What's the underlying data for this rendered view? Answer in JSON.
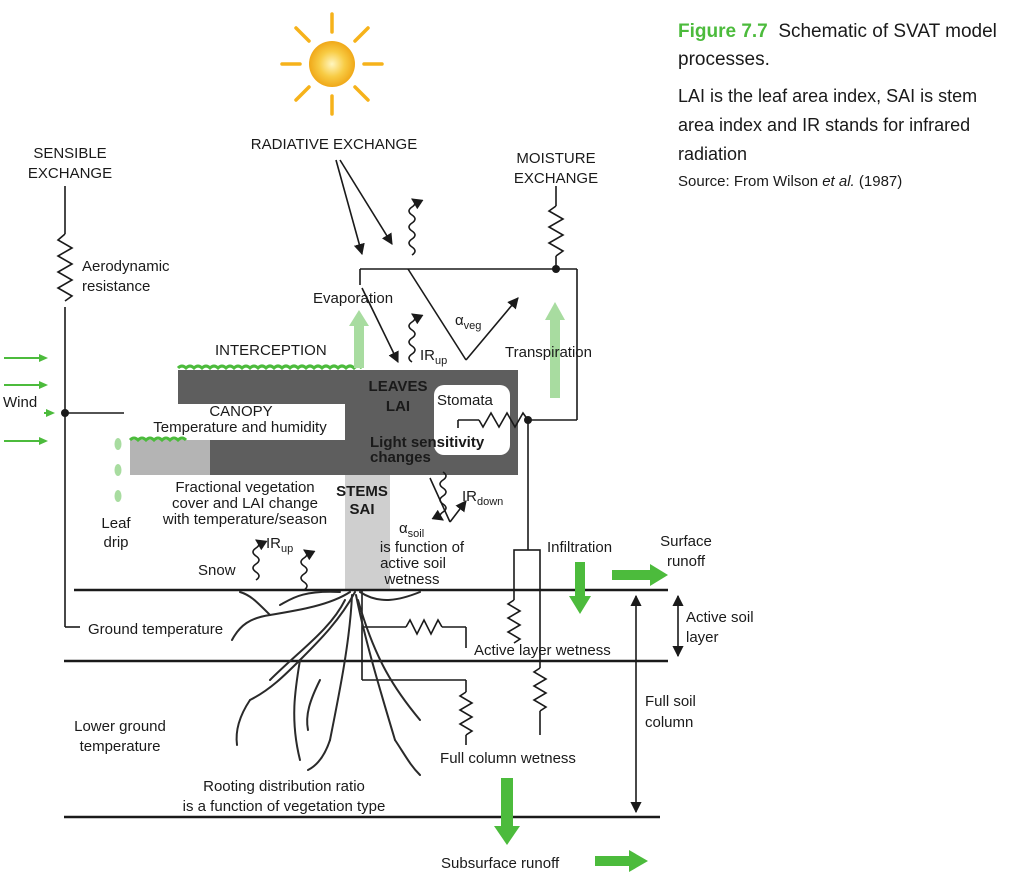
{
  "caption": {
    "figure_label": "Figure 7.7",
    "title": "Schematic of SVAT model processes.",
    "description": "LAI is the leaf area index, SAI is stem area index and IR stands for infrared radiation",
    "source_prefix": "Source: From Wilson ",
    "source_italic": "et al.",
    "source_suffix": " (1987)"
  },
  "labels": {
    "sensible_exchange_1": "SENSIBLE",
    "sensible_exchange_2": "EXCHANGE",
    "radiative_exchange": "RADIATIVE EXCHANGE",
    "moisture_exchange_1": "MOISTURE",
    "moisture_exchange_2": "EXCHANGE",
    "aerodynamic_1": "Aerodynamic",
    "aerodynamic_2": "resistance",
    "evaporation": "Evaporation",
    "alpha": "α",
    "veg_sub": "veg",
    "soil_sub": "soil",
    "ir": "IR",
    "up_sub": "up",
    "down_sub": "down",
    "transpiration": "Transpiration",
    "interception": "INTERCEPTION",
    "leaves": "LEAVES",
    "lai": "LAI",
    "stomata": "Stomata",
    "wind": "Wind",
    "canopy": "CANOPY",
    "temp_humidity": "Temperature and humidity",
    "light_1": "Light sensitivity",
    "light_2": "changes",
    "stems": "STEMS",
    "sai": "SAI",
    "fractional_1": "Fractional vegetation",
    "fractional_2": "cover and LAI change",
    "fractional_3": "with temperature/season",
    "leaf_drip_1": "Leaf",
    "leaf_drip_2": "drip",
    "soil_albedo_2": "is function of",
    "soil_albedo_3": "active soil",
    "soil_albedo_4": "wetness",
    "snow": "Snow",
    "infiltration": "Infiltration",
    "surface_runoff_1": "Surface",
    "surface_runoff_2": "runoff",
    "active_soil_layer_1": "Active soil",
    "active_soil_layer_2": "layer",
    "ground_temperature": "Ground temperature",
    "active_layer_wetness": "Active layer wetness",
    "full_soil_column_1": "Full soil",
    "full_soil_column_2": "column",
    "lower_ground_1": "Lower ground",
    "lower_ground_2": "temperature",
    "full_column_wetness": "Full column wetness",
    "rooting_1": "Rooting distribution ratio",
    "rooting_2": "is a function of vegetation type",
    "subsurface_runoff": "Subsurface runoff"
  },
  "colors": {
    "arrow_green": "#4cbb3c",
    "pale_green": "#a8dca0",
    "canopy_dark": "#5e5e5e",
    "canopy_light": "#b4b4b4",
    "stem_gray": "#cfcfcf",
    "sun": "#f6b21a"
  }
}
